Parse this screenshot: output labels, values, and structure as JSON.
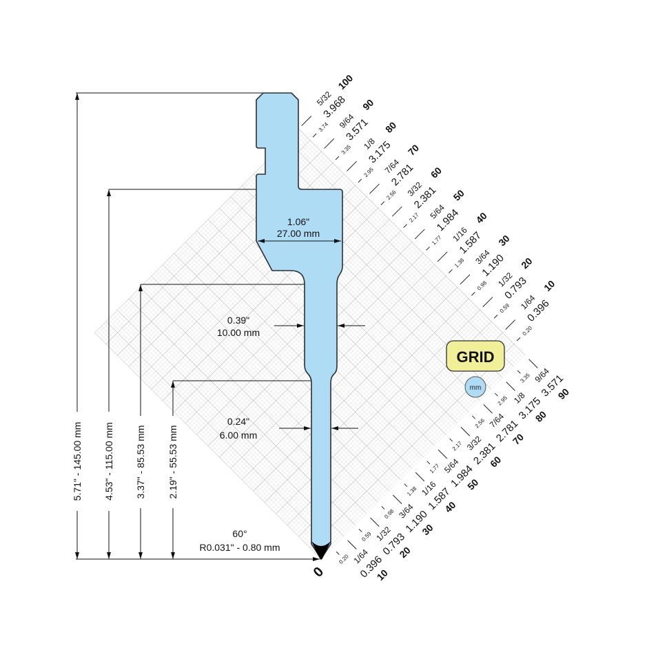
{
  "colors": {
    "punch_fill": "#aedcf5",
    "outline": "#2b2f33",
    "grid_button": "#f1ef98",
    "unit_button": "#aedcf5",
    "grid_line": "#bdbdbd"
  },
  "heights": [
    {
      "label": "5.71\" - 145.00 mm"
    },
    {
      "label": "4.53\" - 115.00 mm"
    },
    {
      "label": "3.37\" - 85.53 mm"
    },
    {
      "label": "2.19\" - 55.53 mm"
    }
  ],
  "widths": [
    {
      "inch": "1.06\"",
      "mm": "27.00 mm"
    },
    {
      "inch": "0.39\"",
      "mm": "10.00 mm"
    },
    {
      "inch": "0.24\"",
      "mm": "6.00 mm"
    }
  ],
  "tip": {
    "angle": "60°",
    "radius": "R0.031\" - 0.80 mm"
  },
  "grid_button": "GRID",
  "unit_button": "mm",
  "origin_label": "0",
  "scale": {
    "upper_right": [
      {
        "value": "10",
        "fraction": "1/64",
        "decimal": "0.396",
        "minor": "0.20"
      },
      {
        "value": "20",
        "fraction": "1/32",
        "decimal": "0.793",
        "minor": "0.59"
      },
      {
        "value": "30",
        "fraction": "3/64",
        "decimal": "1.190",
        "minor": "0.98"
      },
      {
        "value": "40",
        "fraction": "1/16",
        "decimal": "1.587",
        "minor": "1.38"
      },
      {
        "value": "50",
        "fraction": "5/64",
        "decimal": "1.984",
        "minor": "1.77"
      },
      {
        "value": "60",
        "fraction": "3/32",
        "decimal": "2.381",
        "minor": "2.17"
      },
      {
        "value": "70",
        "fraction": "7/64",
        "decimal": "2.781",
        "minor": "2.56"
      },
      {
        "value": "80",
        "fraction": "1/8",
        "decimal": "3.175",
        "minor": "2.95"
      },
      {
        "value": "90",
        "fraction": "9/64",
        "decimal": "3.571",
        "minor": "3.35"
      },
      {
        "value": "100",
        "fraction": "5/32",
        "decimal": "3.968",
        "minor": "3.74"
      }
    ],
    "lower_right": [
      {
        "value": "10",
        "fraction": "1/64",
        "decimal": "0.396",
        "minor": "0.20"
      },
      {
        "value": "20",
        "fraction": "1/32",
        "decimal": "0.793",
        "minor": "0.59"
      },
      {
        "value": "30",
        "fraction": "3/64",
        "decimal": "1.190",
        "minor": "0.98"
      },
      {
        "value": "40",
        "fraction": "1/16",
        "decimal": "1.587",
        "minor": "1.38"
      },
      {
        "value": "50",
        "fraction": "5/64",
        "decimal": "1.984",
        "minor": "1.77"
      },
      {
        "value": "60",
        "fraction": "3/32",
        "decimal": "2.381",
        "minor": "2.17"
      },
      {
        "value": "70",
        "fraction": "7/64",
        "decimal": "2.781",
        "minor": "2.56"
      },
      {
        "value": "80",
        "fraction": "1/8",
        "decimal": "3.175",
        "minor": "2.95"
      },
      {
        "value": "90",
        "fraction": "9/64",
        "decimal": "3.571",
        "minor": "3.35"
      }
    ]
  }
}
